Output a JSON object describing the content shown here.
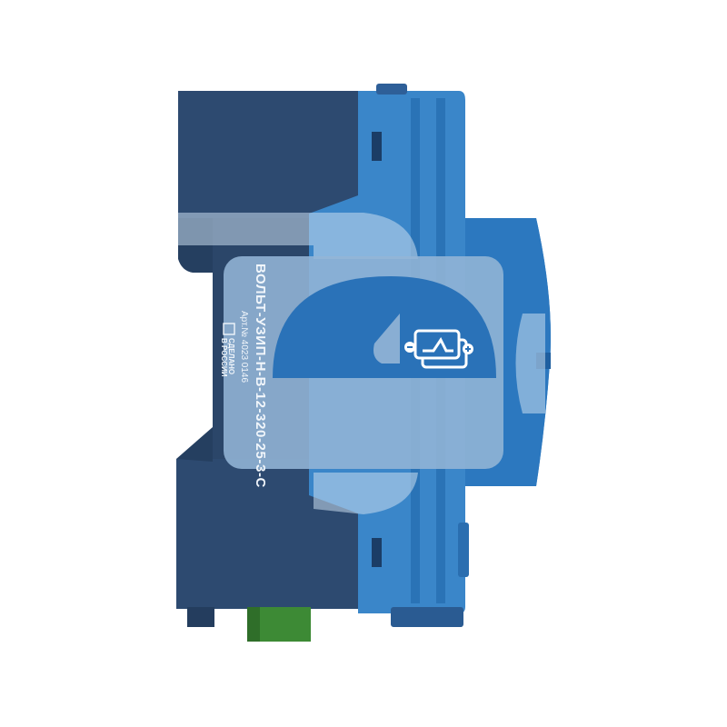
{
  "product": {
    "model": "ВОЛЬТ-УЗИП-Н-В-12-320-25-3-С",
    "article": "Арт.№ 4023 0146",
    "made_in_line1": "СДЕЛАНО",
    "made_in_line2": "В РОССИИ"
  },
  "colors": {
    "dark_body": "#2d4a70",
    "dark_edge": "#243d5e",
    "blue_body": "#3a86c9",
    "blue_shade": "#2a73b6",
    "blue_deep": "#2160a0",
    "label_bg": "#93b5d6",
    "green_connector": "#3d8a35"
  },
  "icons": {
    "front_panel": "surge-protector-icon"
  }
}
